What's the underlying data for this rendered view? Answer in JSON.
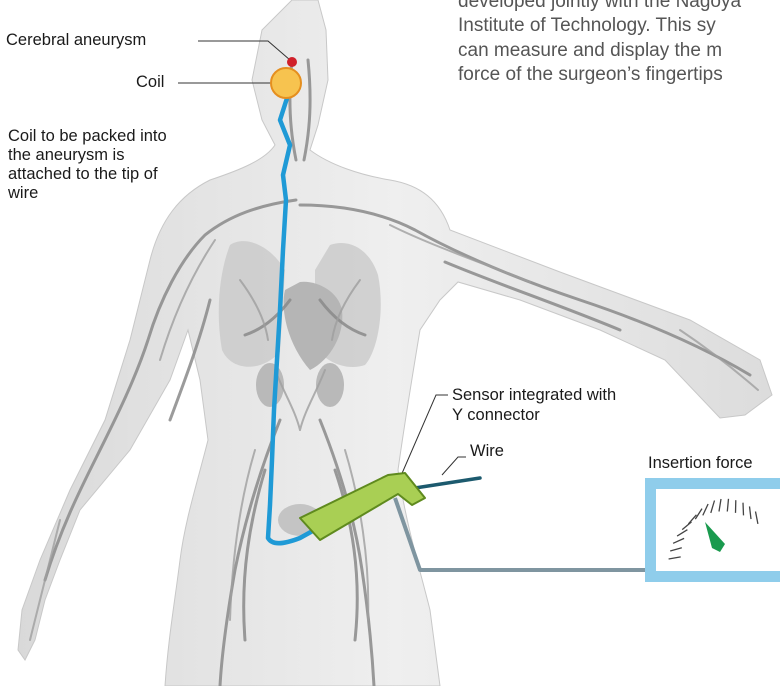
{
  "intro_text": {
    "line1": "developed jointly with the Nagoya",
    "line2": "Institute of Technology. This sy",
    "line3": "can measure and display the m",
    "line4": "force of the surgeon’s fingertips"
  },
  "labels": {
    "cerebral_aneurysm": "Cerebral aneurysm",
    "coil": "Coil",
    "coil_note": {
      "line1": "Coil to be packed into",
      "line2": "the aneurysm is",
      "line3": "attached to the tip of",
      "line4": "wire"
    },
    "sensor": {
      "line1": "Sensor integrated with",
      "line2": "Y connector"
    },
    "wire": "Wire",
    "insertion_force": "Insertion force"
  },
  "colors": {
    "catheter_wire": "#1f9ad6",
    "aneurysm": "#d0202a",
    "coil": "#f7c34f",
    "sensor": "#a9cf54",
    "gauge_frame": "#8fcdeb",
    "gauge_needle": "#1a9a4e",
    "cable": "#7f95a0",
    "wire_lead": "#1c5a6e"
  }
}
